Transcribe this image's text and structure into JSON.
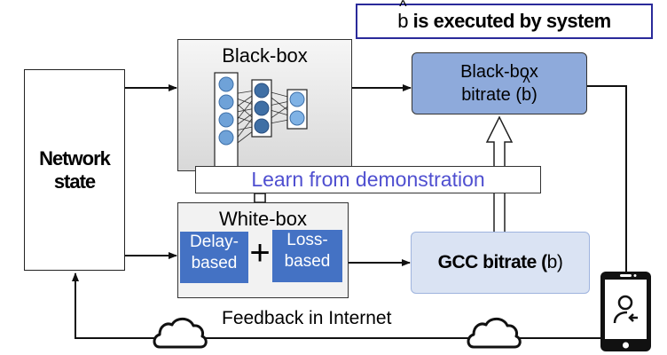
{
  "title_label": {
    "symbol": "b",
    "text": " is executed by system"
  },
  "network_state": {
    "line1": "Network",
    "line2": "state"
  },
  "blackbox": {
    "title": "Black-box",
    "network_layers": [
      4,
      3,
      2
    ]
  },
  "blackbox_bitrate": {
    "line1": "Black-box",
    "line2_prefix": "bitrate (",
    "symbol": "b",
    "line2_suffix": ")"
  },
  "learn_bar": {
    "label": "Learn from demonstration"
  },
  "whitebox": {
    "title": "White-box",
    "delay_line1": "Delay-",
    "delay_line2": "based",
    "plus": "+",
    "loss_line1": "Loss-",
    "loss_line2": "based"
  },
  "gcc_bitrate": {
    "label": "GCC bitrate (",
    "symbol": "b",
    "suffix": ")"
  },
  "feedback": {
    "label": "Feedback in Internet"
  },
  "icons": {
    "cloud": "cloud-icon",
    "phone": "smartphone-user-icon"
  },
  "colors": {
    "blue_block": "#4472c4",
    "blackbox_bitrate_fill": "#8eaadb",
    "gcc_fill": "#dae3f3",
    "learn_text": "#4f4fd0",
    "label_border": "#2a2a9a"
  }
}
